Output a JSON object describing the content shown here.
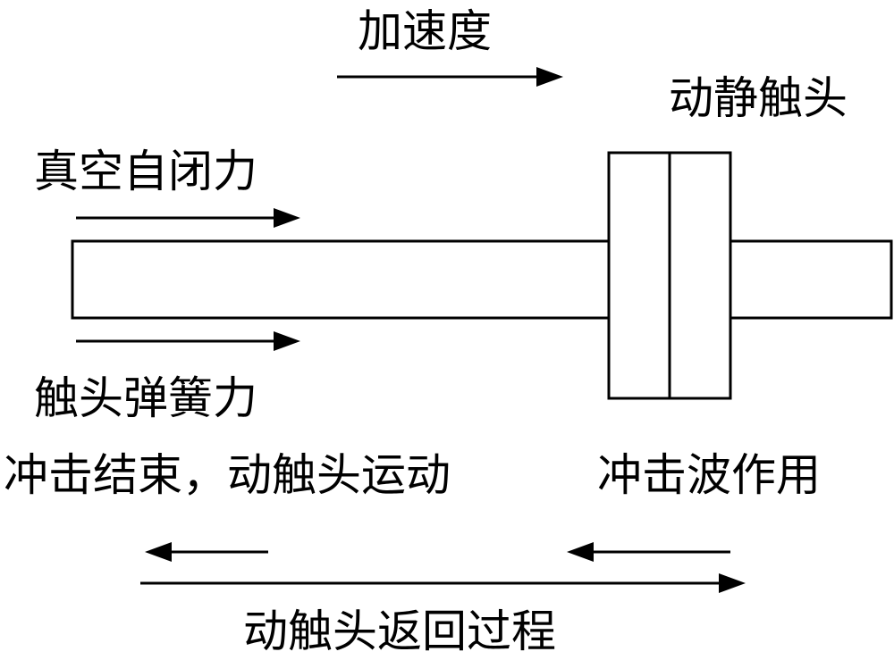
{
  "labels": {
    "acceleration": "加速度",
    "contacts": "动静触头",
    "vacuum_force": "真空自闭力",
    "spring_force": "触头弹簧力",
    "impact_end": "冲击结束，动触头运动",
    "shock_wave": "冲击波作用",
    "return_process": "动触头返回过程"
  },
  "colors": {
    "line": "#000000",
    "background": "#ffffff"
  }
}
